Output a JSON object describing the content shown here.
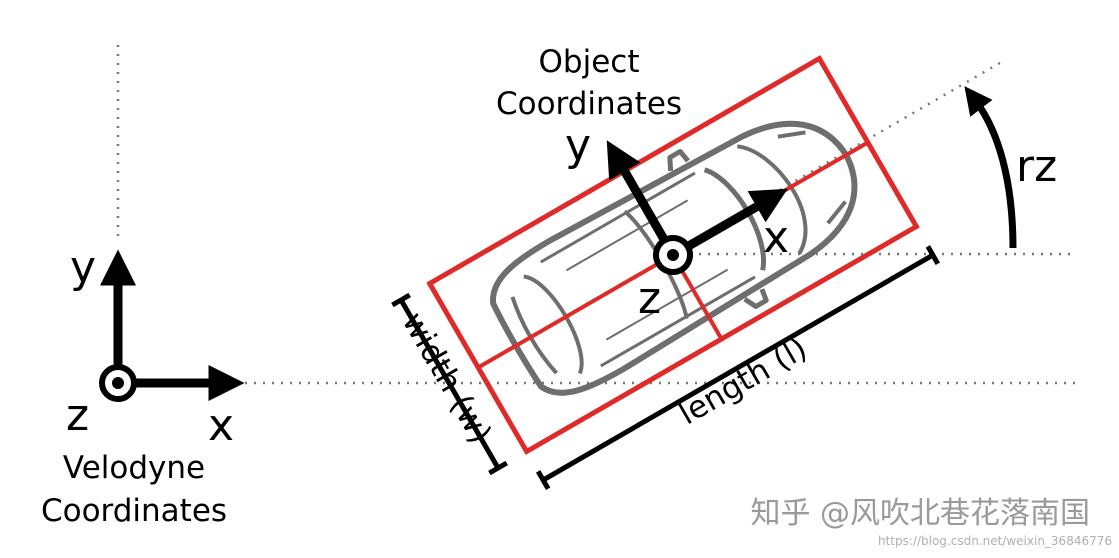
{
  "velodyne": {
    "axis_y": "y",
    "axis_x": "x",
    "axis_z": "z",
    "caption_line1": "Velodyne",
    "caption_line2": "Coordinates"
  },
  "object": {
    "caption_line1": "Object",
    "caption_line2": "Coordinates",
    "axis_y": "y",
    "axis_x": "x",
    "axis_z": "z"
  },
  "rotation_label": "rz",
  "width_label": "width (w)",
  "length_label": "length (l)",
  "watermark": "知乎 @风吹北巷花落南国",
  "url_watermark": "https://blog.csdn.net/weixin_36846776",
  "colors": {
    "box": "#e02a2a",
    "axis": "#000000",
    "car": "#6e6e6e",
    "dotted": "#777777"
  }
}
